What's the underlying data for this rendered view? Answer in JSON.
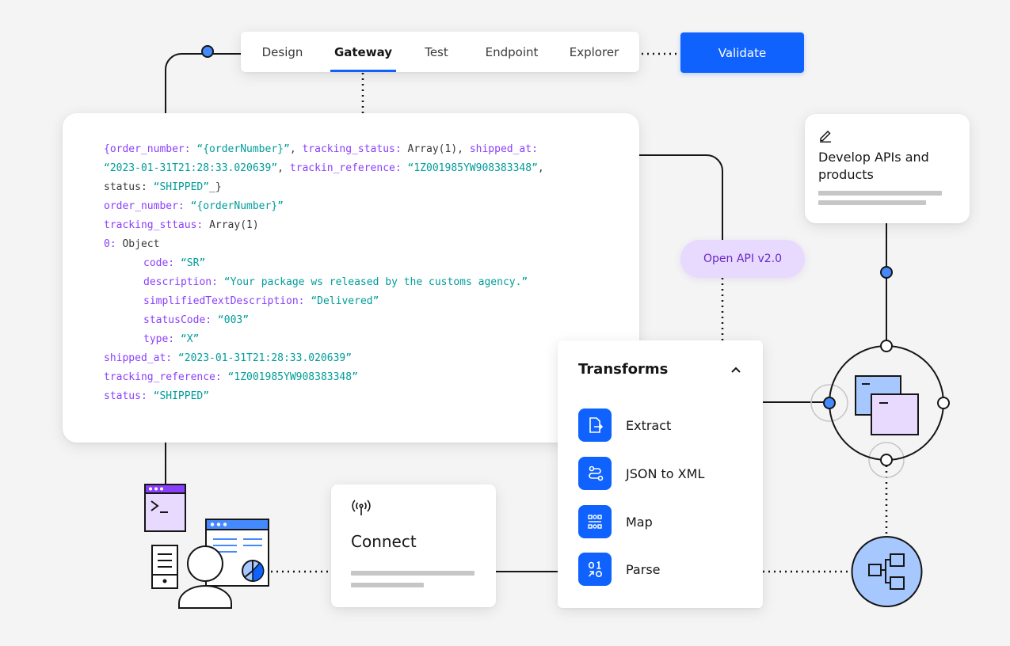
{
  "nav": {
    "tabs": [
      "Design",
      "Gateway",
      "Test",
      "Endpoint",
      "Explorer"
    ],
    "active_tab": "Gateway",
    "validate_label": "Validate"
  },
  "code": {
    "lines": [
      [
        {
          "t": "{order_number: ",
          "c": "k"
        },
        {
          "t": "“{orderNumber}”",
          "c": "s"
        },
        {
          "t": ", ",
          "c": "p"
        },
        {
          "t": "tracking_status: ",
          "c": "k"
        },
        {
          "t": "Array(1), ",
          "c": "p"
        },
        {
          "t": "shipped_at:",
          "c": "k"
        }
      ],
      [
        {
          "t": "“2023-01-31T21:28:33.020639”",
          "c": "s"
        },
        {
          "t": ", ",
          "c": "p"
        },
        {
          "t": "trackin_reference: ",
          "c": "k"
        },
        {
          "t": "“1Z001985YW908383348”",
          "c": "s"
        },
        {
          "t": ",",
          "c": "p"
        }
      ],
      [
        {
          "t": "status: ",
          "c": "p"
        },
        {
          "t": "“SHIPPED”",
          "c": "s"
        },
        {
          "t": "_}",
          "c": "p"
        }
      ],
      [
        {
          "t": "order_number: ",
          "c": "k"
        },
        {
          "t": "“{orderNumber}”",
          "c": "s"
        }
      ],
      [
        {
          "t": "tracking_sttaus: ",
          "c": "k"
        },
        {
          "t": "Array(1)",
          "c": "p"
        }
      ],
      [
        {
          "t": "0: ",
          "c": "k"
        },
        {
          "t": "Object",
          "c": "p"
        }
      ],
      [
        {
          "t": "code: ",
          "c": "k"
        },
        {
          "t": "“SR”",
          "c": "s"
        }
      ],
      [
        {
          "t": "description: ",
          "c": "k"
        },
        {
          "t": "“Your package ws released by the customs agency.”",
          "c": "s"
        }
      ],
      [
        {
          "t": "simplifiedTextDescription: ",
          "c": "k"
        },
        {
          "t": "“Delivered”",
          "c": "s"
        }
      ],
      [
        {
          "t": "statusCode: ",
          "c": "k"
        },
        {
          "t": "“003”",
          "c": "s"
        }
      ],
      [
        {
          "t": "type: ",
          "c": "k"
        },
        {
          "t": "“X”",
          "c": "s"
        }
      ],
      [
        {
          "t": "shipped_at: ",
          "c": "k"
        },
        {
          "t": "“2023-01-31T21:28:33.020639”",
          "c": "s"
        }
      ],
      [
        {
          "t": "tracking_reference: ",
          "c": "k"
        },
        {
          "t": "“1Z001985YW908383348”",
          "c": "s"
        }
      ],
      [
        {
          "t": "status: ",
          "c": "k"
        },
        {
          "t": "“SHIPPED”",
          "c": "s"
        }
      ]
    ],
    "indent": [
      0,
      0,
      0,
      0,
      0,
      0,
      1,
      1,
      1,
      1,
      1,
      0,
      0,
      0
    ]
  },
  "develop": {
    "title": "Develop APIs and products",
    "icon": "pencil-icon"
  },
  "openapi_label": "Open API v2.0",
  "transforms": {
    "title": "Transforms",
    "items": [
      {
        "label": "Extract",
        "icon": "extract-icon"
      },
      {
        "label": "JSON to XML",
        "icon": "json-to-xml-icon"
      },
      {
        "label": "Map",
        "icon": "map-icon"
      },
      {
        "label": "Parse",
        "icon": "parse-icon"
      }
    ]
  },
  "connect": {
    "title": "Connect",
    "icon": "antenna-icon"
  },
  "colors": {
    "accent": "#0f62fe",
    "purple": "#8a3ffc",
    "teal": "#009d9a",
    "lavender": "#e8daff",
    "node_blue": "#4589ff",
    "light_blue": "#a6c8ff"
  }
}
